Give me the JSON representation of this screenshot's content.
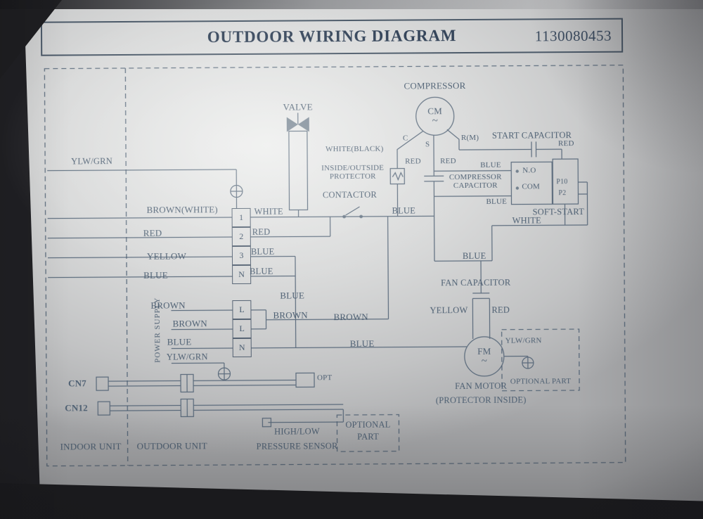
{
  "colors": {
    "ink": "#475a6e",
    "paper": "#d8d9d9",
    "photo_bg": "#1e1e21"
  },
  "header": {
    "title": "OUTDOOR WIRING DIAGRAM",
    "part_number": "1130080453"
  },
  "units": {
    "indoor": "INDOOR UNIT",
    "outdoor": "OUTDOOR UNIT"
  },
  "power_supply_label": "POWER SUPPLY",
  "terminal_block": {
    "upper": [
      "1",
      "2",
      "3",
      "N"
    ],
    "lower": [
      "L",
      "L",
      "N"
    ]
  },
  "left_wires": {
    "ylwgrn_top": "YLW/GRN",
    "row1": "BROWN(WHITE)",
    "row2": "RED",
    "row3": "YELLOW",
    "row4": "BLUE",
    "row5": "BROWN",
    "row6": "BROWN",
    "row7": "BLUE",
    "row8": "YLW/GRN"
  },
  "mid_wires": {
    "white": "WHITE",
    "red": "RED",
    "blue1": "BLUE",
    "blue2": "BLUE",
    "blue3": "BLUE",
    "brown1": "BROWN",
    "brown2": "BROWN",
    "blue4": "BLUE",
    "blue_main": "BLUE"
  },
  "valve": {
    "label": "VALVE"
  },
  "compressor": {
    "label": "COMPRESSOR",
    "symbol": "CM",
    "wave": "~",
    "term_c": "C",
    "term_s": "S",
    "term_r": "R(M)",
    "wire_white_black": "WHITE(BLACK)",
    "wire_red_left": "RED",
    "wire_red_right": "RED"
  },
  "protector": {
    "line1": "INSIDE/OUTSIDE",
    "line2": "PROTECTOR"
  },
  "contactor": {
    "label": "CONTACTOR"
  },
  "start_capacitor": {
    "label": "START CAPACITOR",
    "wire_red": "RED"
  },
  "soft_start": {
    "no": "N.O",
    "com": "COM",
    "p10": "P10",
    "p2": "P2",
    "label": "SOFT-START",
    "wire_white": "WHITE",
    "wire_blue_top": "BLUE",
    "wire_blue_bottom": "BLUE"
  },
  "compressor_capacitor": {
    "line1": "COMPRESSOR",
    "line2": "CAPACITOR"
  },
  "fan": {
    "capacitor_label": "FAN CAPACITOR",
    "wire_blue": "BLUE",
    "wire_yellow": "YELLOW",
    "wire_red": "RED",
    "symbol": "FM",
    "wave": "~",
    "motor_line1": "FAN MOTOR",
    "motor_line2": "(PROTECTOR INSIDE)",
    "wire_ylwgrn": "YLW/GRN",
    "optional": "OPTIONAL PART"
  },
  "connectors": {
    "cn7": "CN7",
    "cn12": "CN12",
    "opt": "OPT"
  },
  "pressure_sensor": {
    "line1": "HIGH/LOW",
    "line2": "PRESSURE SENSOR",
    "optional_line1": "OPTIONAL",
    "optional_line2": "PART"
  }
}
